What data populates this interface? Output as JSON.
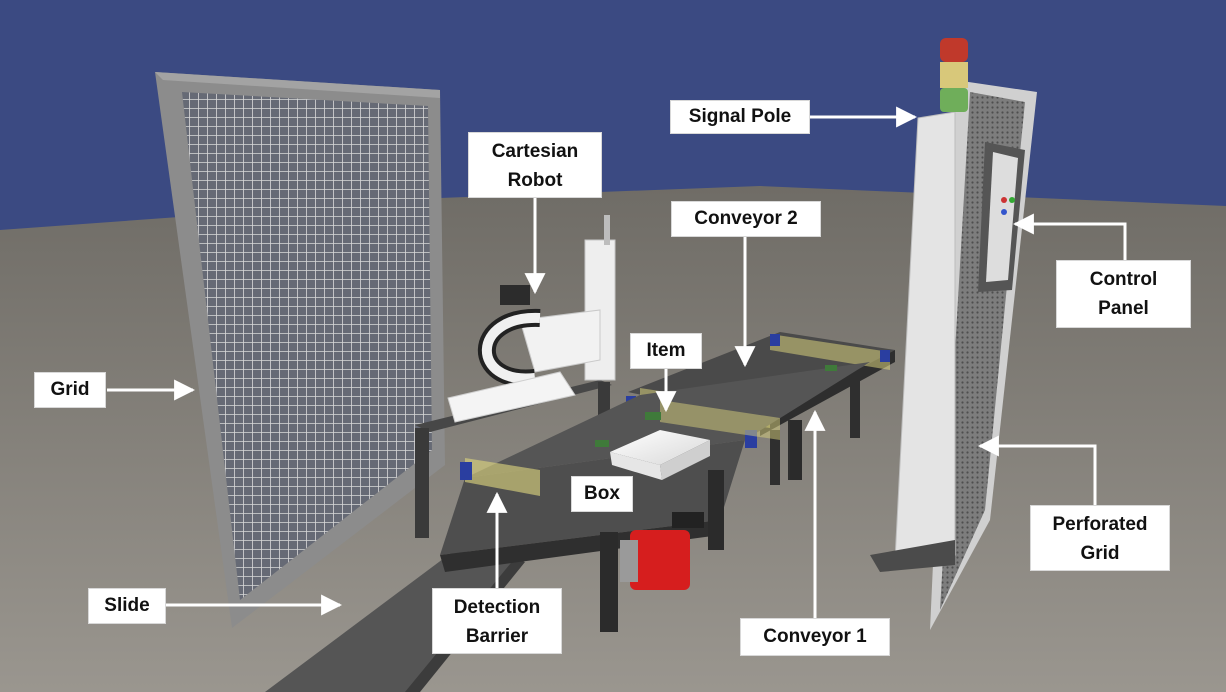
{
  "scene": {
    "description_icons": [
      "safety-grid",
      "cartesian-robot",
      "conveyor-1",
      "conveyor-2",
      "slide",
      "box",
      "item",
      "detection-barrier",
      "control-panel",
      "signal-pole",
      "perforated-grid",
      "motor"
    ],
    "colors": {
      "sky": "#3b4a82",
      "floor": "#8a8780",
      "frame": "#8e8e8e",
      "belt": "#4a4a4a",
      "robot": "#eeeeee",
      "barrier": "#d7cf7c",
      "motor": "#d61e1e",
      "signal_red": "#c0392b",
      "signal_yellow": "#d8c87a",
      "signal_green": "#6fae5a"
    }
  },
  "labels": {
    "cartesian_robot": [
      "Cartesian",
      "Robot"
    ],
    "signal_pole": [
      "Signal Pole"
    ],
    "conveyor_2": [
      "Conveyor 2"
    ],
    "control_panel": [
      "Control",
      "Panel"
    ],
    "item": [
      "Item"
    ],
    "grid": [
      "Grid"
    ],
    "box": [
      "Box"
    ],
    "perforated_grid": [
      "Perforated",
      "Grid"
    ],
    "slide": [
      "Slide"
    ],
    "detection_barrier": [
      "Detection",
      "Barrier"
    ],
    "conveyor_1": [
      "Conveyor 1"
    ]
  }
}
